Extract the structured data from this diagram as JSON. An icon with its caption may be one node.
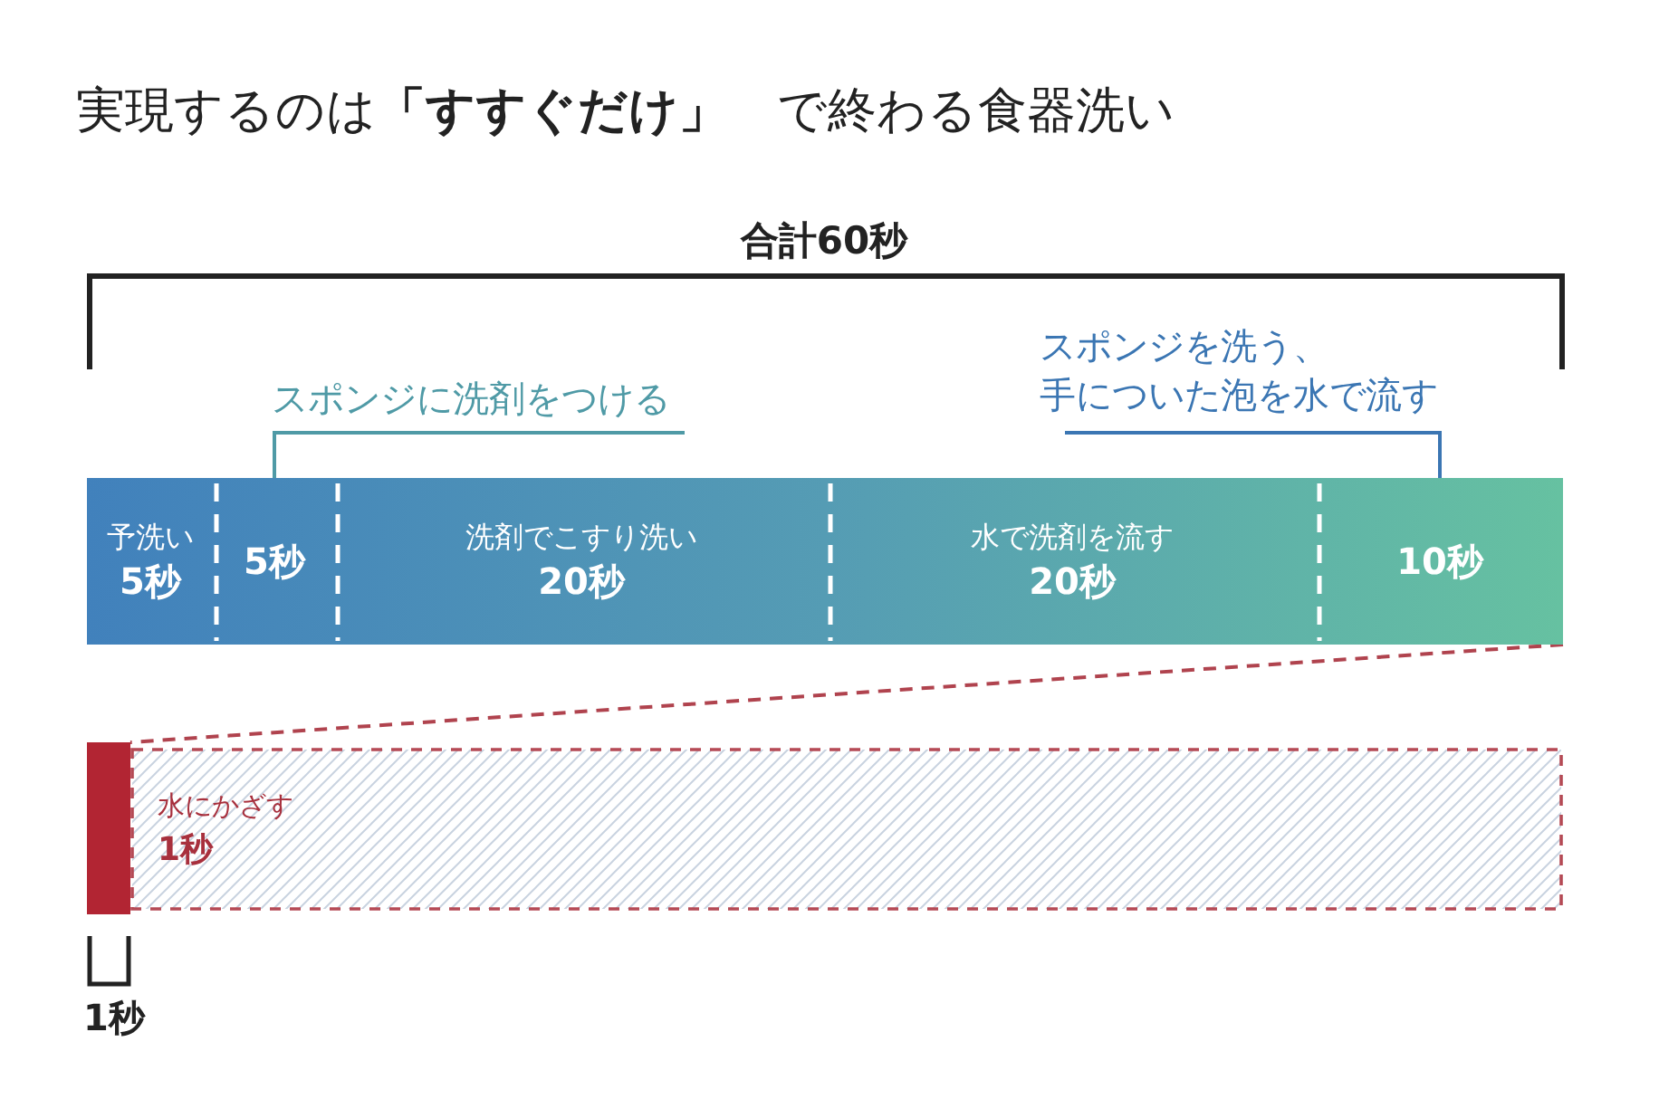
{
  "diagram": {
    "title": "実現するのは**「すすぐだけ」**　で終わる食器洗い",
    "nodes": [
      {
        "text": [
          "スポンジに洗剤をつける"
        ]
      },
      {
        "text": [
          "スポンジを洗う、手についた泡を水で流す"
        ]
      },
      {
        "text": [],
        "shape": "bar"
      },
      {
        "text": [
          "予洗い",
          "5秒"
        ],
        "in": 2
      },
      {
        "text": [
          "5秒"
        ],
        "in": 2
      },
      {
        "text": [
          "洗剤でこすり洗い",
          "20秒"
        ],
        "in": 2
      },
      {
        "text": [
          "水で洗剤を流す",
          "20秒"
        ],
        "in": 2
      },
      {
        "text": [
          "10秒"
        ],
        "in": 2
      },
      {
        "text": [],
        "shape": "bar"
      },
      {
        "text": [
          "水にかざす",
          "1秒"
        ]
      }
    ],
    "edges": [
      {
        "from": 0,
        "to": 4,
        "arrow": "none",
        "color": "#4f9aa6"
      },
      {
        "from": 1,
        "to": 7,
        "arrow": "none",
        "color": "#3b76b3"
      },
      {
        "from": 2,
        "to": 8,
        "arrow": "none",
        "style": "dashed",
        "color": "#b0434e"
      }
    ],
    "labels": [
      "合計60秒",
      "1秒"
    ]
  }
}
